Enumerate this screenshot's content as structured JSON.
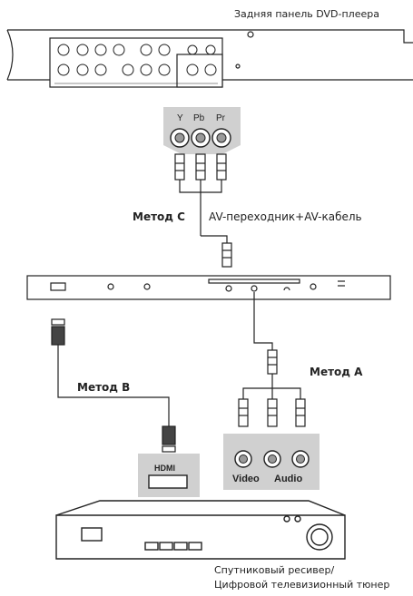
{
  "labels": {
    "dvd_panel": "Задняя панель DVD-плеера",
    "method_c": "Метод C",
    "av_cable": "AV-переходник+AV-кабель",
    "method_b": "Метод B",
    "method_a": "Метод A",
    "video": "Video",
    "audio": "Audio",
    "hdmi": "HDMI",
    "y": "Y",
    "pb": "Pb",
    "pr": "Pr",
    "receiver_line1": "Спутниковый ресивер/",
    "receiver_line2": "Цифровой телевизионный тюнер"
  },
  "colors": {
    "line": "#222222",
    "panel_gray": "#d0d0d0",
    "jack_gray": "#9a9a9a"
  }
}
